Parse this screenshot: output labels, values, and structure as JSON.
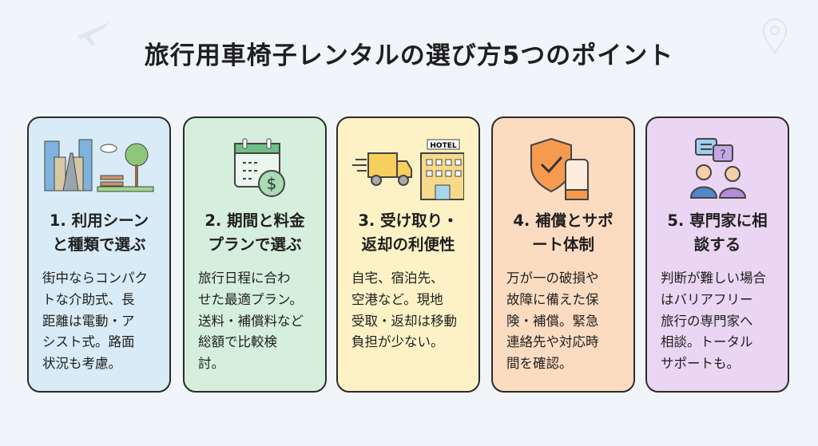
{
  "title": "旅行用車椅子レンタルの選び方5つのポイント",
  "cards": [
    {
      "heading": "1. 利用シーン\nと種類で選ぶ",
      "body": "街中ならコンパク\nトな介助式、長\n距離は電動・ア\nシスト式。路面\n状況も考慮。",
      "color": "#d8ebf7",
      "icon": "city-park-icon"
    },
    {
      "heading": "2. 期間と料金\nプランで選ぶ",
      "body": "旅行日程に合わ\nせた最適プラン。\n送料・補償料など\n総額で比較検\n討。",
      "color": "#d5efdc",
      "icon": "calendar-dollar-icon"
    },
    {
      "heading": "3. 受け取り・\n返却の利便性",
      "body": "自宅、宿泊先、\n空港など。現地\n受取・返却は移動\n負担が少ない。",
      "color": "#fcf2c6",
      "icon": "truck-hotel-icon",
      "hotel_sign": "HOTEL"
    },
    {
      "heading": "4. 補償とサポ\nート体制",
      "body": "万が一の破損や\n故障に備えた保\n険・補償。緊急\n連絡先や対応時\n間を確認。",
      "color": "#fcdcc1",
      "icon": "shield-phone-icon"
    },
    {
      "heading": "5. 専門家に相\n談する",
      "body": "判断が難しい場合\nはバリアフリー\n旅行の専門家へ\n相談。トータル\nサポートも。",
      "color": "#ead5f3",
      "icon": "consultation-icon"
    }
  ]
}
